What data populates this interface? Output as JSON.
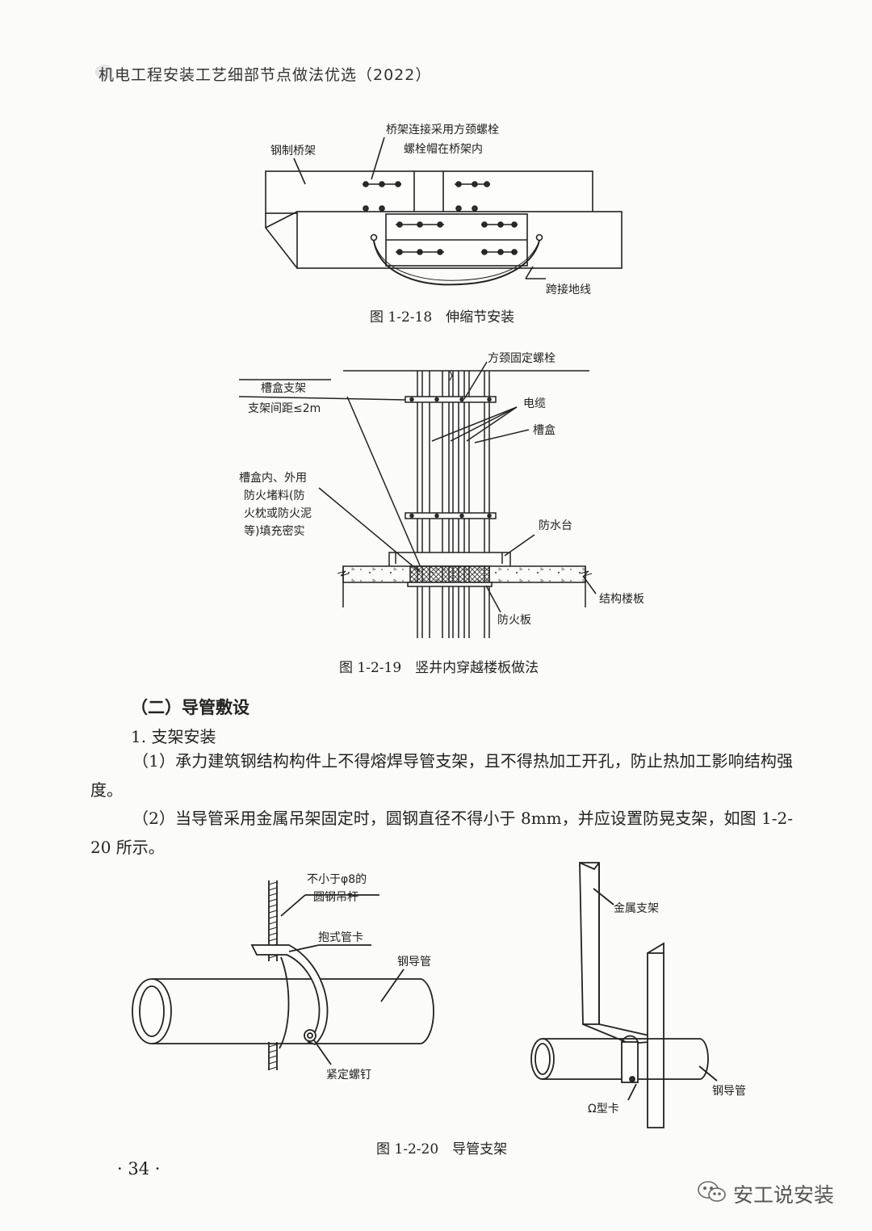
{
  "header": {
    "title": "机电工程安装工艺细部节点做法优选（2022）"
  },
  "figure_1_2_18": {
    "labels": {
      "tray": "钢制桥架",
      "bolt_line1": "桥架连接采用方颈螺栓",
      "bolt_line2": "螺栓帽在桥架内",
      "ground": "跨接地线"
    },
    "caption": "图 1-2-18　伸缩节安装"
  },
  "figure_1_2_19": {
    "labels": {
      "bolt": "方颈固定螺栓",
      "support": "槽盒支架",
      "spacing": "支架间距≤2m",
      "cable": "电缆",
      "trough": "槽盒",
      "fill_line1": "槽盒内、外用",
      "fill_line2": "防火堵料(防",
      "fill_line3": "火枕或防火泥",
      "fill_line4": "等)填充密实",
      "waterproof": "防水台",
      "slab": "结构楼板",
      "fireboard": "防火板"
    },
    "caption": "图 1-2-19　竖井内穿越楼板做法"
  },
  "section": {
    "heading": "（二）导管敷设",
    "subheading": "1. 支架安装",
    "para1": "（1）承力建筑钢结构构件上不得熔焊导管支架，且不得热加工开孔，防止热加工影响结构强度。",
    "para2": "（2）当导管采用金属吊架固定时，圆钢直径不得小于 8mm，并应设置防晃支架，如图 1-2-20 所示。"
  },
  "figure_1_2_20": {
    "labels": {
      "rod_line1": "不小于φ8的",
      "rod_line2": "圆钢吊杆",
      "clamp": "抱式管卡",
      "pipe_left": "钢导管",
      "screw": "紧定螺钉",
      "bracket": "金属支架",
      "pipe_right": "钢导管",
      "omega": "Ω型卡"
    },
    "caption": "图 1-2-20　导管支架"
  },
  "footer": {
    "page_number": "· 34 ·",
    "watermark": "安工说安装"
  }
}
